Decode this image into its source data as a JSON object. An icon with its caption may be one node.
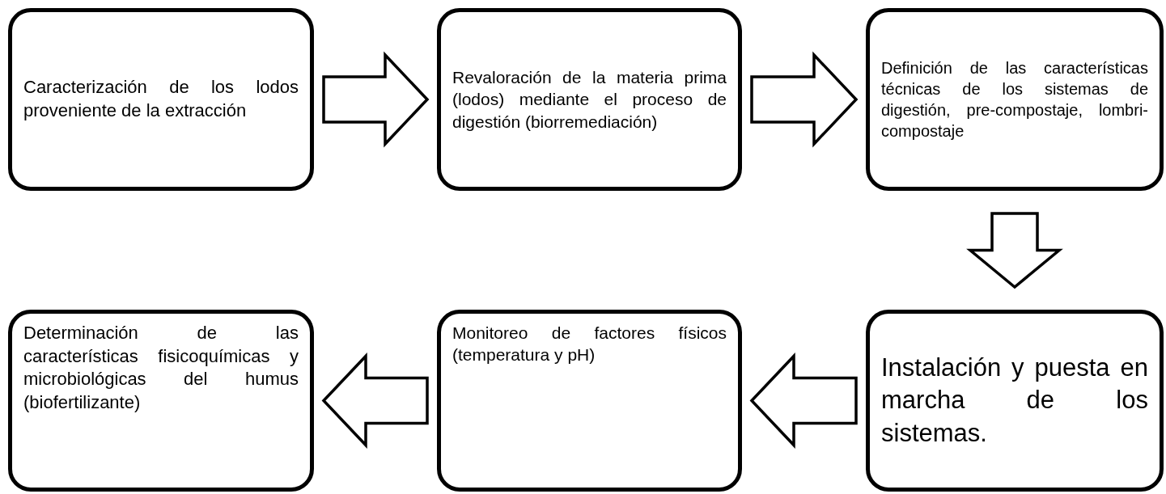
{
  "diagram": {
    "nodes": [
      {
        "text": [
          "Caracterización de los lodos proveniente de la extracción"
        ]
      },
      {
        "text": [
          "Revaloración de la materia prima (lodos) mediante el proceso de digestión (biorremediación)"
        ]
      },
      {
        "text": [
          "Definición de las características técnicas de los sistemas de digestión, pre-compostaje, lombri-compostaje"
        ]
      },
      {
        "text": [
          "Instalación y puesta en marcha de los sistemas."
        ]
      },
      {
        "text": [
          "Monitoreo de factores físicos (temperatura y pH)"
        ]
      },
      {
        "text": [
          "Determinación de las características fisicoquímicas y microbiológicas del humus (biofertilizante)"
        ]
      }
    ],
    "edges": [
      {
        "from": 0,
        "to": 1,
        "arrow": "to"
      },
      {
        "from": 1,
        "to": 2,
        "arrow": "to"
      },
      {
        "from": 2,
        "to": 3,
        "arrow": "to"
      },
      {
        "from": 3,
        "to": 4,
        "arrow": "to"
      },
      {
        "from": 4,
        "to": 5,
        "arrow": "to"
      }
    ]
  }
}
